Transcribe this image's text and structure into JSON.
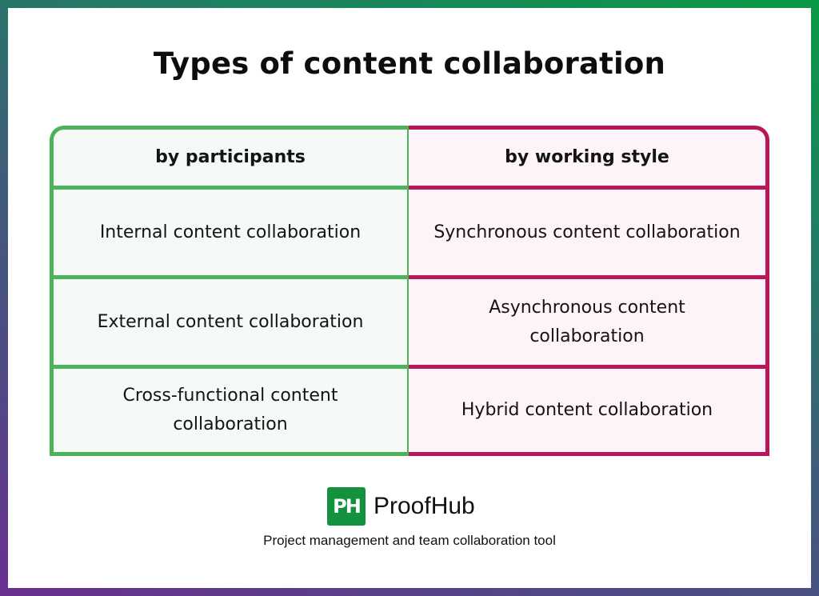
{
  "title": "Types of content collaboration",
  "colors": {
    "left_accent": "#4cb35a",
    "right_accent": "#b5175a",
    "left_fill": "#f5faf6",
    "right_fill": "#fdf3f8",
    "brand_green": "#13913f"
  },
  "table": {
    "left": {
      "header": "by participants",
      "rows": [
        "Internal content collaboration",
        "External content collaboration",
        "Cross-functional content collaboration"
      ]
    },
    "right": {
      "header": "by working style",
      "rows": [
        "Synchronous content collaboration",
        "Asynchronous content collaboration",
        "Hybrid content collaboration"
      ]
    }
  },
  "brand": {
    "logo_mark": "PH",
    "name": "ProofHub",
    "tagline": "Project management and team collaboration tool"
  }
}
